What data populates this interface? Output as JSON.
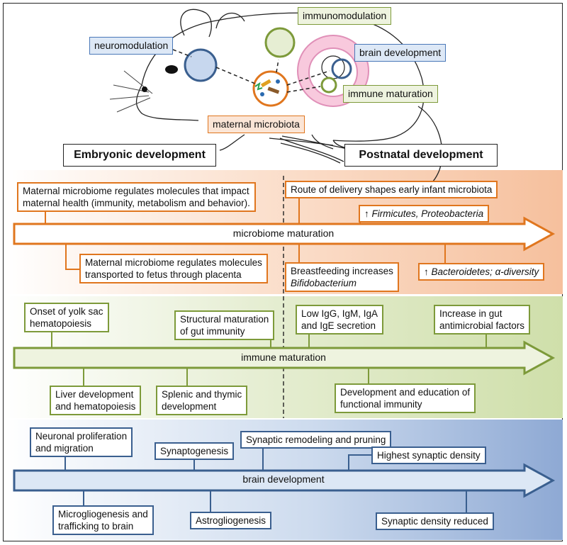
{
  "top": {
    "neuromodulation": "neuromodulation",
    "immunomodulation": "immunomodulation",
    "brain_development": "brain development",
    "immune_maturation": "immune maturation",
    "maternal_microbiota": "maternal microbiota"
  },
  "headers": {
    "embryonic": "Embryonic development",
    "postnatal": "Postnatal development"
  },
  "microbiome": {
    "arrow_label": "microbiome maturation",
    "color": "#e0761e",
    "above": [
      {
        "lines": [
          "Maternal microbiome regulates molecules that impact",
          "maternal health (immunity, metabolism and behavior)."
        ]
      },
      {
        "lines": [
          "Route of delivery shapes early infant microbiota"
        ]
      },
      {
        "lines": [
          "Firmicutes, Proteobacteria"
        ]
      }
    ],
    "below": [
      {
        "lines": [
          "Maternal microbiome regulates molecules",
          "transported to fetus through placenta"
        ]
      },
      {
        "lines": [
          "Breastfeeding increases",
          "Bifidobacterium"
        ]
      },
      {
        "lines": [
          "Bacteroidetes; α-diversity"
        ]
      }
    ],
    "up_arrow_glyph": "↑"
  },
  "immune": {
    "arrow_label": "immune maturation",
    "color": "#7d9a3a",
    "above": [
      {
        "lines": [
          "Onset of yolk sac",
          "hematopoiesis"
        ]
      },
      {
        "lines": [
          "Structural maturation",
          "of gut immunity"
        ]
      },
      {
        "lines": [
          "Low IgG, IgM, IgA",
          "and IgE secretion"
        ]
      },
      {
        "lines": [
          "Increase in gut",
          "antimicrobial factors"
        ]
      }
    ],
    "below": [
      {
        "lines": [
          "Liver development",
          "and hematopoiesis"
        ]
      },
      {
        "lines": [
          "Splenic and thymic",
          "development"
        ]
      },
      {
        "lines": [
          "Development and education of",
          "functional immunity"
        ]
      }
    ]
  },
  "brain": {
    "arrow_label": "brain development",
    "color": "#3a5f8f",
    "above": [
      {
        "lines": [
          "Neuronal proliferation",
          "and migration"
        ]
      },
      {
        "lines": [
          "Synaptogenesis"
        ]
      },
      {
        "lines": [
          "Synaptic remodeling and pruning"
        ]
      },
      {
        "lines": [
          "Highest synaptic density"
        ]
      }
    ],
    "below": [
      {
        "lines": [
          "Microgliogenesis and",
          "trafficking to brain"
        ]
      },
      {
        "lines": [
          "Astrogliogenesis"
        ]
      },
      {
        "lines": [
          "Synaptic density reduced"
        ]
      }
    ]
  }
}
